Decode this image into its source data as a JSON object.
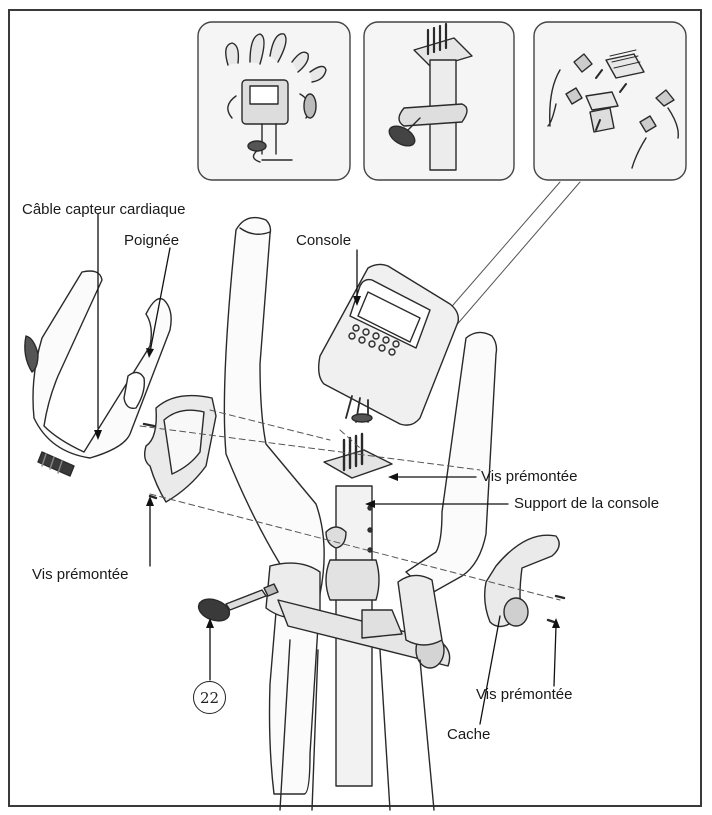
{
  "labels": {
    "cable_capteur": "Câble capteur cardiaque",
    "poignee": "Poignée",
    "console": "Console",
    "vis_premontee_right": "Vis prémontée",
    "support_console": "Support de la console",
    "vis_premontee_left": "Vis prémontée",
    "vis_premontee_bottom": "Vis prémontée",
    "cache": "Cache"
  },
  "part_callout": "22",
  "detail_insets": [
    {
      "name": "console-wiring-detail"
    },
    {
      "name": "console-bracket-detail"
    },
    {
      "name": "cable-connector-detail"
    }
  ]
}
